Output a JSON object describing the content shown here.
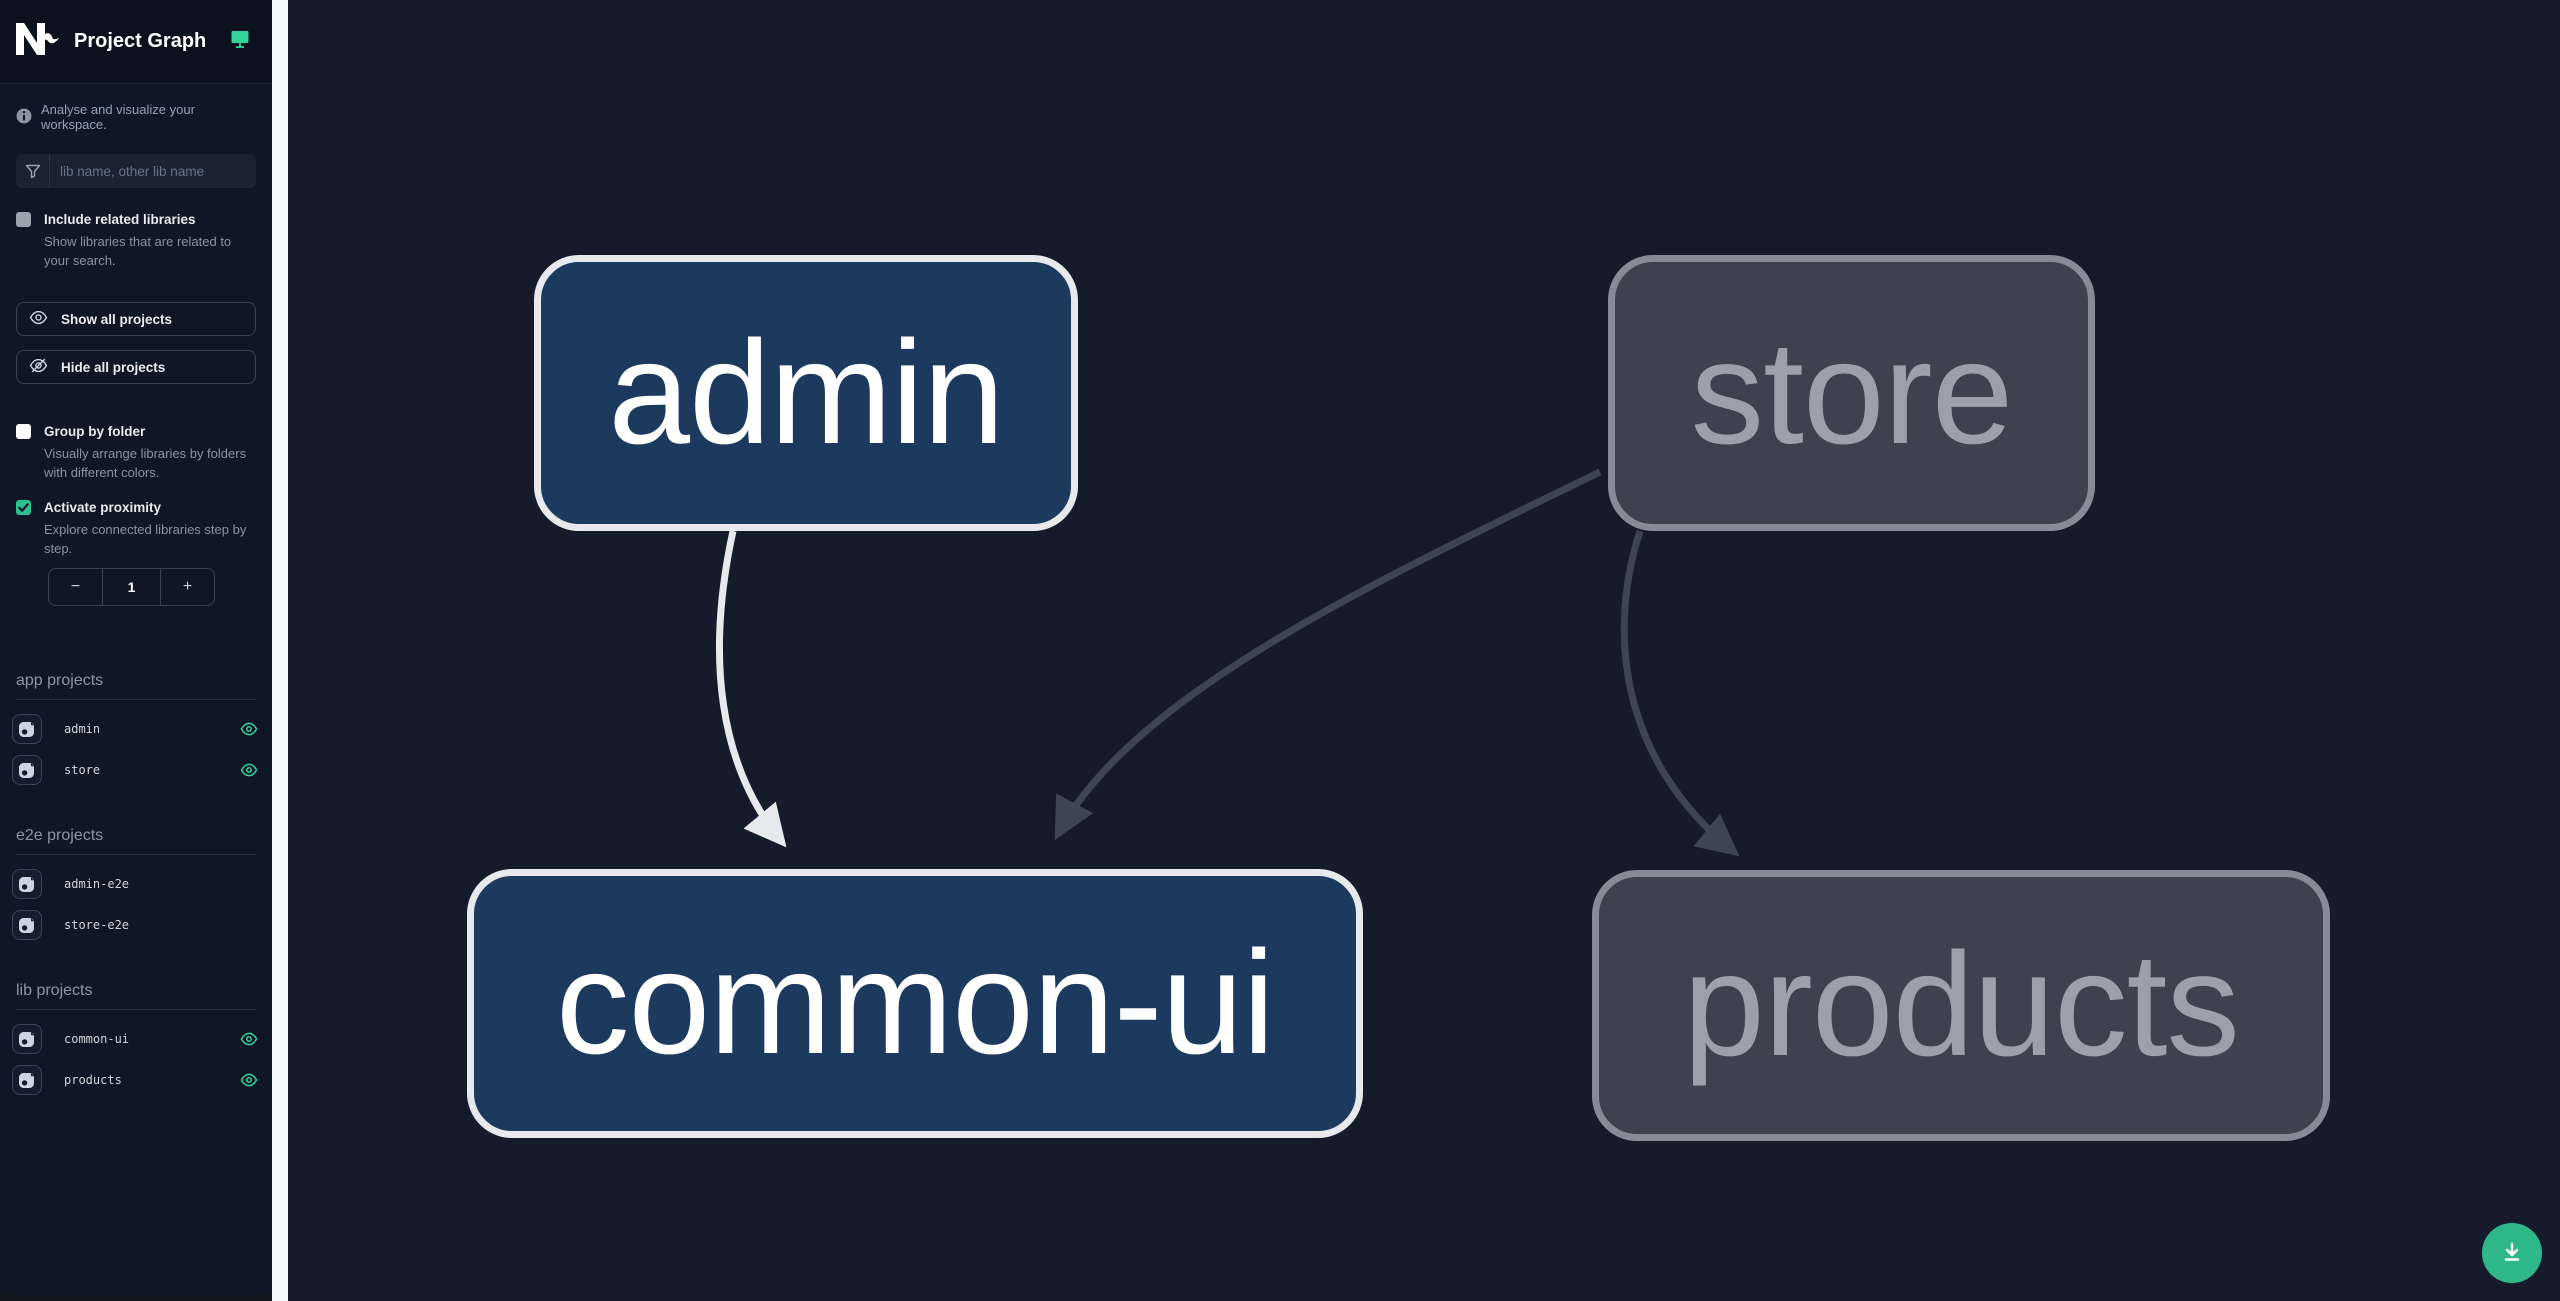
{
  "app": {
    "title": "Project Graph"
  },
  "sidebar": {
    "tagline": "Analyse and visualize your workspace.",
    "search_placeholder": "lib name, other lib name",
    "include_related": {
      "label": "Include related libraries",
      "description": "Show libraries that are related to your search.",
      "checked": false
    },
    "buttons": [
      {
        "label": "Show all projects",
        "icon": "eye-icon"
      },
      {
        "label": "Hide all projects",
        "icon": "eye-off-icon"
      }
    ],
    "group_by_folder": {
      "label": "Group by folder",
      "description": "Visually arrange libraries by folders with different colors.",
      "checked": false
    },
    "activate_proximity": {
      "label": "Activate proximity",
      "description": "Explore connected libraries step by step.",
      "checked": true
    },
    "proximity_stepper": {
      "minus": "−",
      "value": "1",
      "plus": "+"
    },
    "sections": [
      {
        "heading": "app projects",
        "items": [
          {
            "name": "admin",
            "visible_eye": true
          },
          {
            "name": "store",
            "visible_eye": true
          }
        ]
      },
      {
        "heading": "e2e projects",
        "items": [
          {
            "name": "admin-e2e",
            "visible_eye": false
          },
          {
            "name": "store-e2e",
            "visible_eye": false
          }
        ]
      },
      {
        "heading": "lib projects",
        "items": [
          {
            "name": "common-ui",
            "visible_eye": true
          },
          {
            "name": "products",
            "visible_eye": true
          }
        ]
      }
    ]
  },
  "graph": {
    "nodes": [
      {
        "id": "admin",
        "label": "admin",
        "state": "focused"
      },
      {
        "id": "store",
        "label": "store",
        "state": "muted"
      },
      {
        "id": "common-ui",
        "label": "common-ui",
        "state": "focused"
      },
      {
        "id": "products",
        "label": "products",
        "state": "muted"
      }
    ],
    "edges": [
      {
        "from": "admin",
        "to": "common-ui",
        "style": "highlighted"
      },
      {
        "from": "store",
        "to": "common-ui",
        "style": "muted"
      },
      {
        "from": "store",
        "to": "products",
        "style": "muted"
      }
    ]
  },
  "fab": {
    "icon": "download-icon"
  },
  "colors": {
    "accent_green": "#34d399",
    "fab_green": "#2eb88a",
    "checkbox_checked_green": "#2fbe8f",
    "focused_node_fill": "#1c3a5e",
    "focused_node_border": "#e7e9ec",
    "muted_node_fill": "#3c4250",
    "muted_node_border": "#868c97",
    "edge_highlighted": "#e7e9ec",
    "edge_muted": "#3d4452",
    "canvas_bg": "#151b2a",
    "sidebar_bg": "#0f1626"
  }
}
